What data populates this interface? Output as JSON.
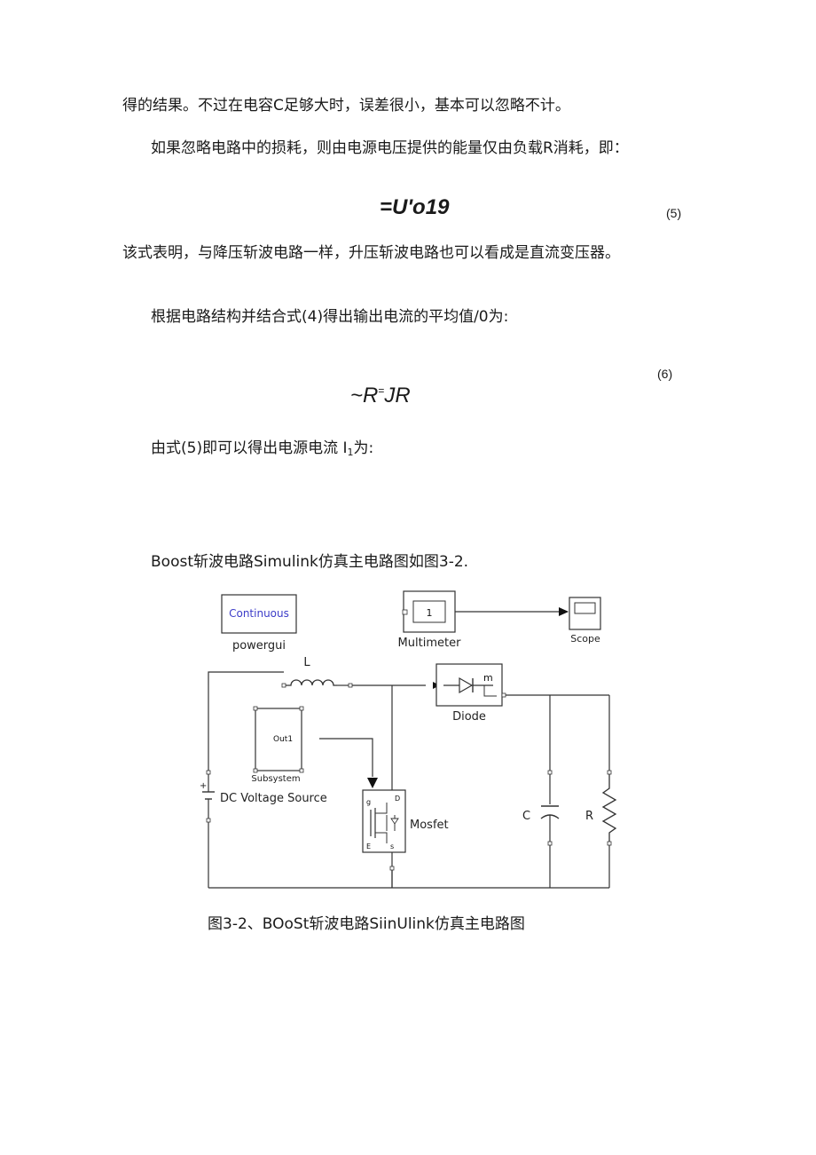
{
  "paragraphs": {
    "p1": "得的结果。不过在电容C足够大时，误差很小，基本可以忽略不计。",
    "p2": "如果忽略电路中的损耗，则由电源电压提供的能量仅由负载R消耗，即：",
    "p3": "该式表明，与降压斩波电路一样，升压斩波电路也可以看成是直流变压器。",
    "p4": "根据电路结构并结合式(4)得出输出电流的平均值/0为:",
    "p5_text": "由式(5)即可以得出电源电流 I",
    "p5_sub": "1",
    "p5_tail": "为:",
    "p6": "Boost斩波电路Simulink仿真主电路图如图3-2."
  },
  "equations": {
    "eq5": "=U'o19",
    "eq5_num": "(5)",
    "eq6_a": "~R",
    "eq6_sup": "=",
    "eq6_b": "JR",
    "eq6_num": "(6)"
  },
  "figure": {
    "powergui_block": "Continuous",
    "powergui_label": "powergui",
    "multimeter_value": "1",
    "multimeter_label": "Multimeter",
    "scope_label": "Scope",
    "inductor_label": "L",
    "diode_label": "Diode",
    "diode_port": "m",
    "subsystem_port": "Out1",
    "subsystem_label": "Subsystem",
    "dc_source_label": "DC Voltage Source",
    "dc_plus": "+",
    "mosfet_label": "Mosfet",
    "mosfet_port_g": "g",
    "mosfet_port_d": "D",
    "mosfet_port_s": "s",
    "mosfet_port_e": "E",
    "capacitor_label": "C",
    "resistor_label": "R"
  },
  "caption": "图3-2、BOoSt斩波电路SiinUlink仿真主电路图",
  "colors": {
    "continuous_text": "#3c3cc8"
  }
}
